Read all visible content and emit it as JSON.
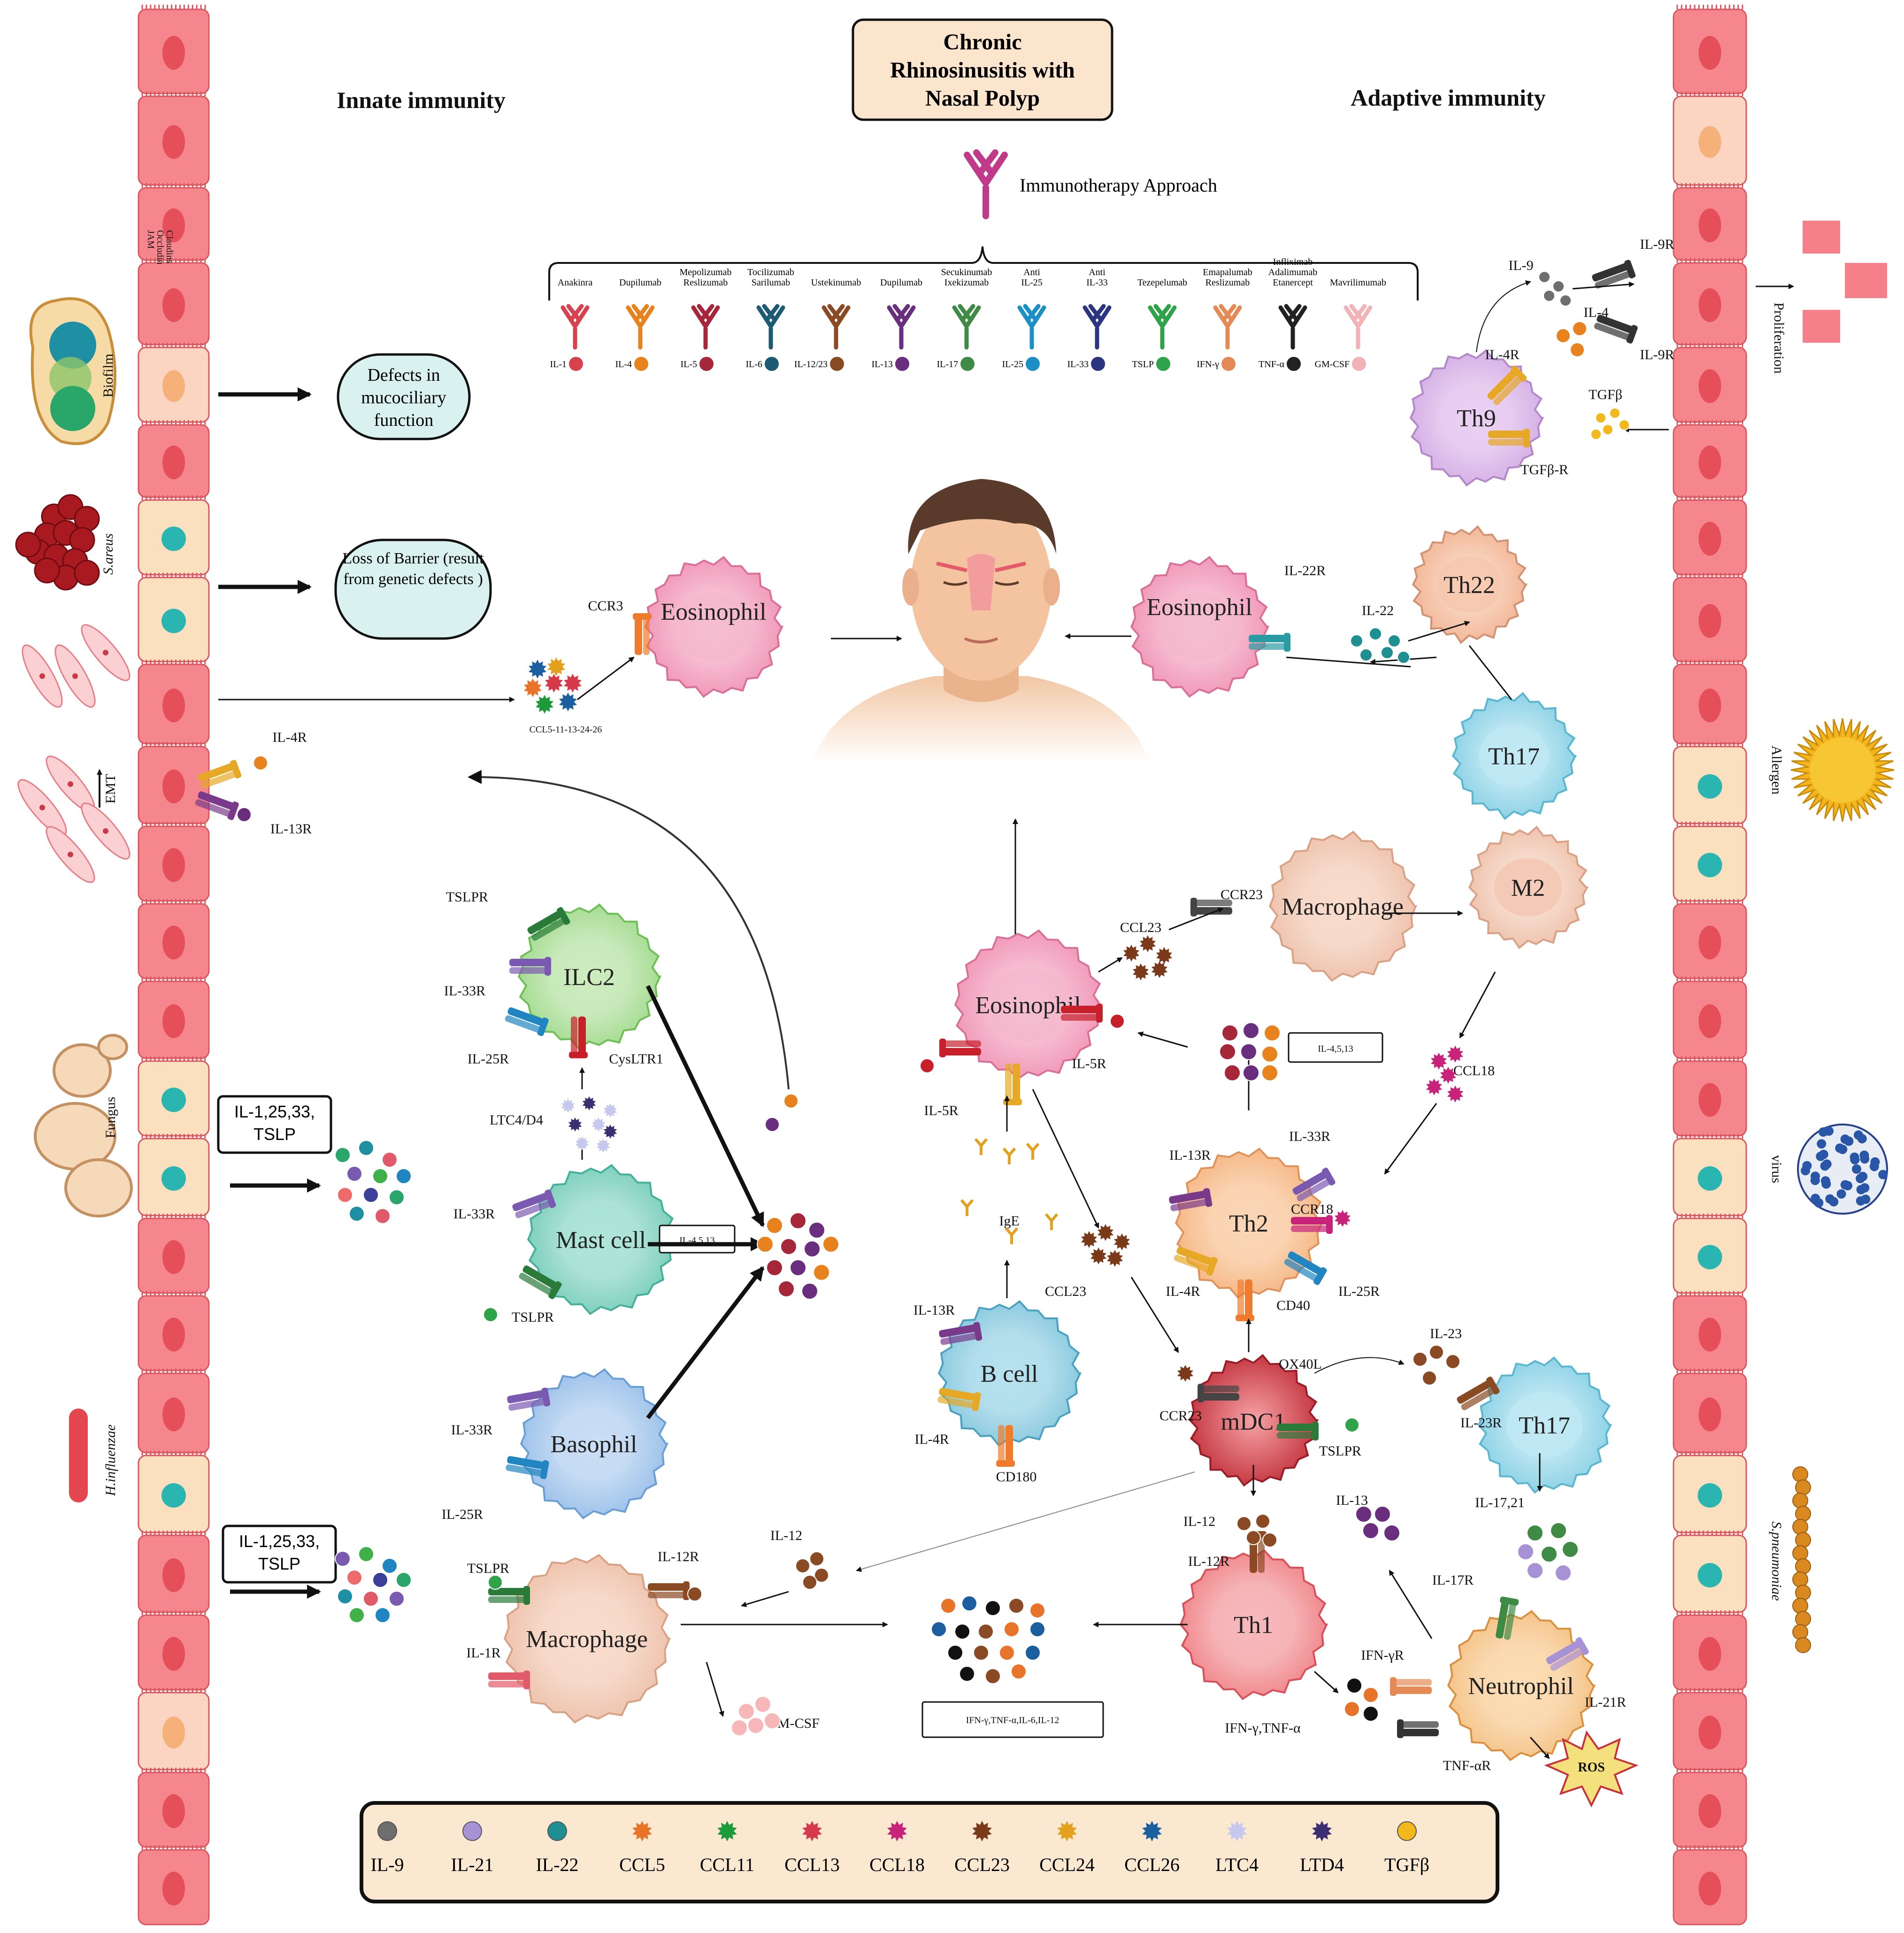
{
  "title": "Chronic Rhinosinusitis with Nasal Polyp",
  "title_lines": [
    "Chronic",
    "Rhinosinusitis with",
    "Nasal Polyp"
  ],
  "innate_heading": "Innate immunity",
  "adaptive_heading": "Adaptive immunity",
  "immunotherapy_label": "Immunotherapy Approach",
  "drugs": [
    {
      "name": "Anakinra",
      "target": "IL-1",
      "color": "#d8424f"
    },
    {
      "name": "Dupilumab",
      "target": "IL-4",
      "color": "#e8821e"
    },
    {
      "name": "Mepolizumab Reslizumab",
      "target": "IL-5",
      "color": "#a6263a"
    },
    {
      "name": "Tocilizumab Sarilumab",
      "target": "IL-6",
      "color": "#1d5b73"
    },
    {
      "name": "Ustekinumab",
      "target": "IL-12/23",
      "color": "#8a4a24"
    },
    {
      "name": "Dupilumab",
      "target": "IL-13",
      "color": "#6a2e7e"
    },
    {
      "name": "Secukinumab Ixekizumab",
      "target": "IL-17",
      "color": "#3f8b46"
    },
    {
      "name": "Anti IL-25",
      "target": "IL-25",
      "color": "#1c8fc4"
    },
    {
      "name": "Anti IL-33",
      "target": "IL-33",
      "color": "#2c3580"
    },
    {
      "name": "Tezepelumab",
      "target": "TSLP",
      "color": "#2fa34a"
    },
    {
      "name": "Emapalumab Reslizumab",
      "target": "IFN-γ",
      "color": "#e58a57"
    },
    {
      "name": "Infliximab Adalimumab Etanercept",
      "target": "TNF-α",
      "color": "#222222"
    },
    {
      "name": "Mavrilimumab",
      "target": "GM-CSF",
      "color": "#f2b3b6"
    }
  ],
  "left_side": {
    "pathogens": [
      "Biofilm",
      "S.areus",
      "Fungus",
      "H.influenzae"
    ],
    "epithelial_proteins": [
      "JAM",
      "Occludin",
      "Claudins"
    ],
    "emt": "EMT",
    "boxes": {
      "mucociliary": "Defects in mucociliary function",
      "barrier": "Loss of Barrier (result from genetic defects )",
      "cytokines_1": "IL-1,25,33, TSLP",
      "cytokines_2": "IL-1,25,33, TSLP"
    }
  },
  "right_side": {
    "pathogens": [
      "Allergen",
      "virus",
      "S.pneumoniae"
    ],
    "proliferation": "Proliferation"
  },
  "cells": {
    "eosinophil": "Eosinophil",
    "th22": "Th22",
    "th17": "Th17",
    "th9": "Th9",
    "ilc2": "ILC2",
    "mast_cell": "Mast cell",
    "basophil": "Basophil",
    "macrophage": "Macrophage",
    "m2": "M2",
    "th2": "Th2",
    "b_cell": "B cell",
    "mdc1": "mDC1",
    "th1": "Th1",
    "neutrophil": "Neutrophil"
  },
  "labels": {
    "ccr3": "CCR3",
    "ccl_chain": "CCL5-11-13-24-26",
    "il22r": "IL-22R",
    "il22": "IL-22",
    "il9": "IL-9",
    "il9r": "IL-9R",
    "il4": "IL-4",
    "il4r": "IL-4R",
    "tgfb": "TGFβ",
    "tgfbr": "TGFβ-R",
    "il13r": "IL-13R",
    "tslpr": "TSLPR",
    "il33r": "IL-33R",
    "il25r": "IL-25R",
    "cyslt": "CysLTR1",
    "ltc4d4": "LTC4/D4",
    "il4513": "IL-4,5,13",
    "ccr23": "CCR23",
    "ccl23": "CCL23",
    "il5r": "IL-5R",
    "ige": "IgE",
    "ccl18": "CCL18",
    "ccr18": "CCR18",
    "cd40": "CD40",
    "ox40l": "OX40L",
    "cd180": "CD180",
    "il23": "IL-23",
    "il23r": "IL-23R",
    "il1721": "IL-17,21",
    "il12": "IL-12",
    "il12r": "IL-12R",
    "il1r": "IL-1R",
    "gmcsf": "GM-CSF",
    "il13": "IL-13",
    "il17r": "IL-17R",
    "ifngr": "IFN-γR",
    "il21r": "IL-21R",
    "tnfar": "TNF-αR",
    "ros": "ROS",
    "ifn_tnf": "IFN-γ,TNF-α",
    "mix_box": "IFN-γ,TNF-α,IL-6,IL-12"
  },
  "legend": [
    {
      "name": "IL-9",
      "color": "#6e6e6e",
      "shape": "circle"
    },
    {
      "name": "IL-21",
      "color": "#a892d6",
      "shape": "circle"
    },
    {
      "name": "IL-22",
      "color": "#1f8f91",
      "shape": "circle"
    },
    {
      "name": "CCL5",
      "color": "#e8742a",
      "shape": "star"
    },
    {
      "name": "CCL11",
      "color": "#1d9a3a",
      "shape": "star"
    },
    {
      "name": "CCL13",
      "color": "#d63a4a",
      "shape": "star"
    },
    {
      "name": "CCL18",
      "color": "#c8237a",
      "shape": "star"
    },
    {
      "name": "CCL23",
      "color": "#7a3a1a",
      "shape": "star"
    },
    {
      "name": "CCL24",
      "color": "#e3a11f",
      "shape": "star"
    },
    {
      "name": "CCL26",
      "color": "#1b5f9e",
      "shape": "star"
    },
    {
      "name": "LTC4",
      "color": "#c6c8ee",
      "shape": "star"
    },
    {
      "name": "LTD4",
      "color": "#3b2f72",
      "shape": "star"
    },
    {
      "name": "TGFβ",
      "color": "#f2b81c",
      "shape": "circle"
    }
  ]
}
